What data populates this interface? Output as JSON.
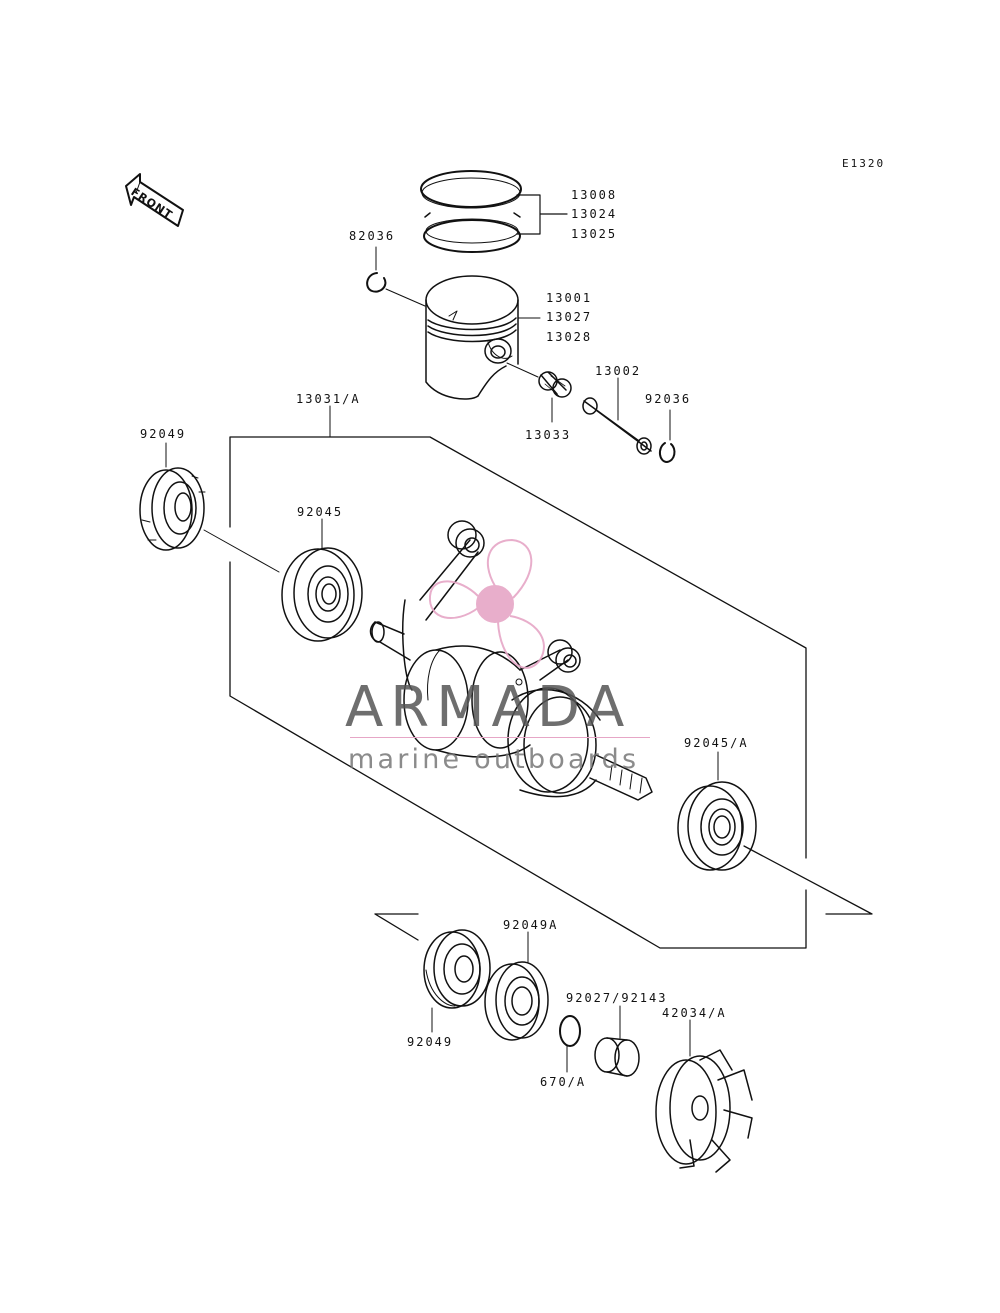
{
  "diagram_code": "E1320",
  "front_label": "FRONT",
  "watermark": {
    "title": "ARMADA",
    "subtitle": "marine outboards",
    "accent_color": "#e6a6c6"
  },
  "labels": {
    "p13008": "13008",
    "p13024": "13024",
    "p13025": "13025",
    "p82036_top": "82036",
    "p13001": "13001",
    "p13027": "13027",
    "p13028": "13028",
    "p13002": "13002",
    "p92036_right": "92036",
    "p13033": "13033",
    "p13031a": "13031/A",
    "p92049_left": "92049",
    "p92045": "92045",
    "p92045a": "92045/A",
    "p92049a": "92049A",
    "p92049_bottom": "92049",
    "p92027_92143": "92027/92143",
    "p42034a": "42034/A",
    "p670a": "670/A"
  },
  "colors": {
    "line": "#111111",
    "watermark_gray": "#666666",
    "watermark_pink": "#e6a6c6"
  }
}
